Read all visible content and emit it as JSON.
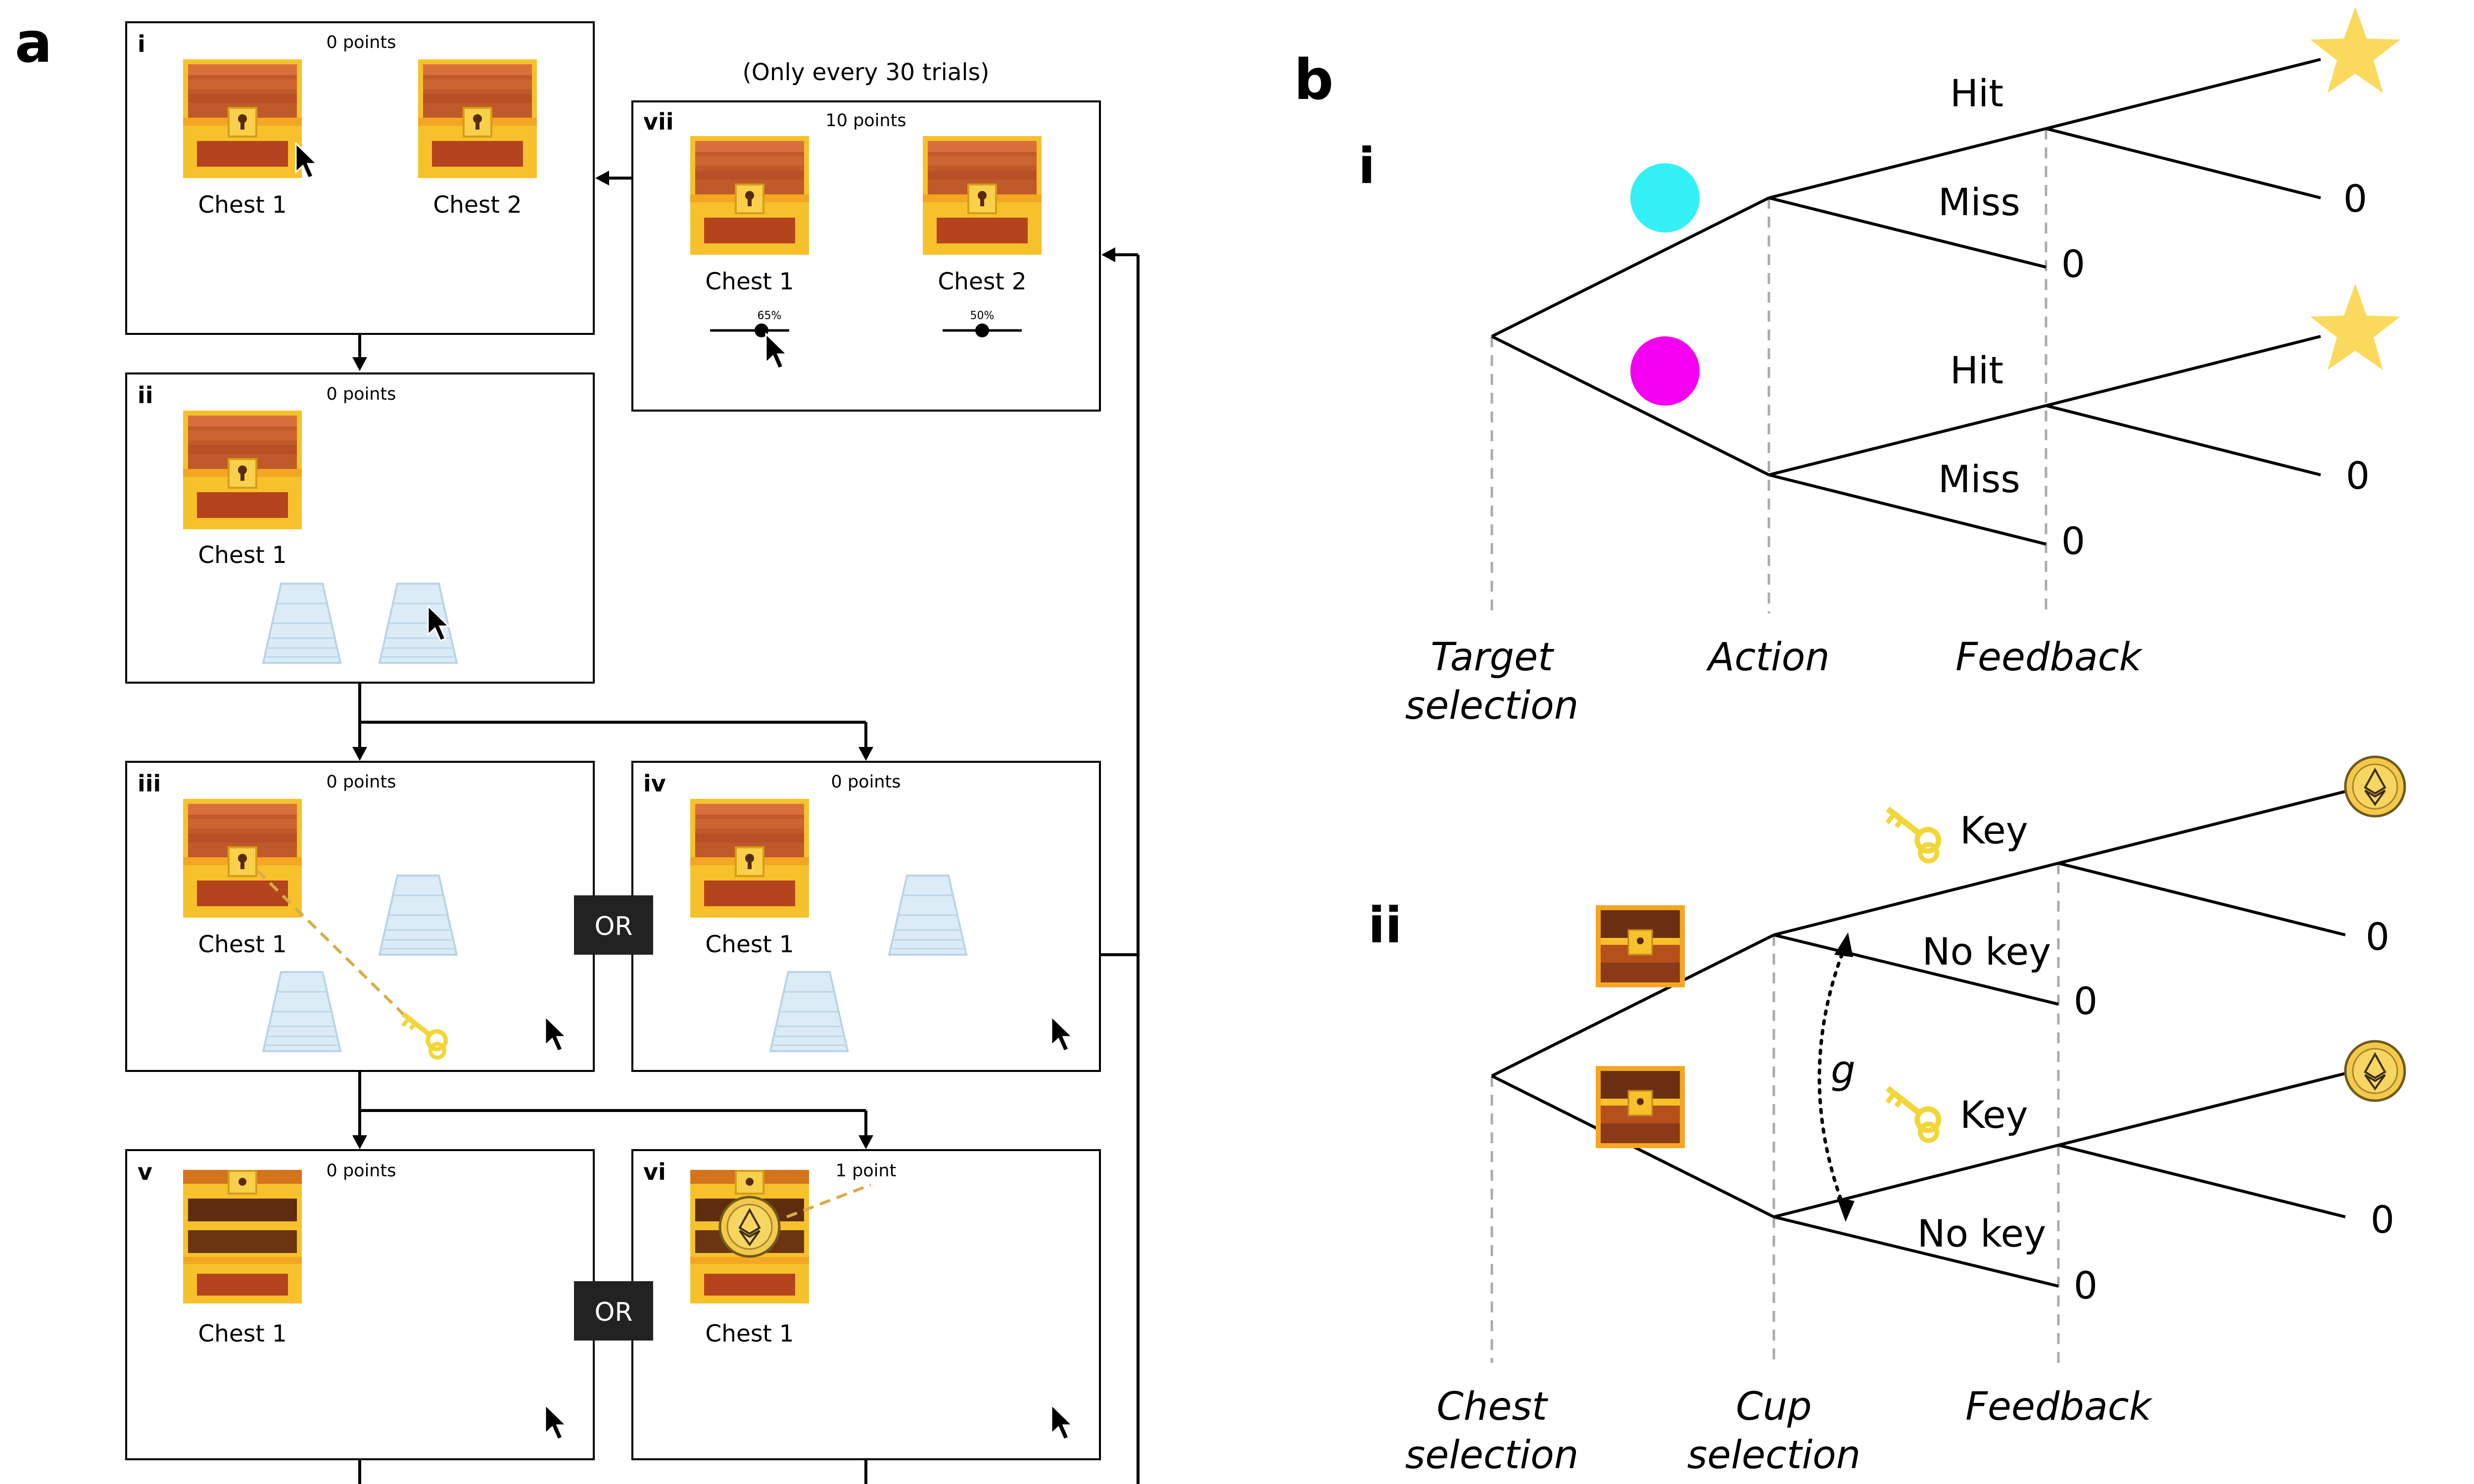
{
  "panel_a": {
    "label": "a",
    "note": "(Only every 30 trials)",
    "or_label": "OR",
    "screens": {
      "i": {
        "numeral": "i",
        "points": "0 points",
        "chest1": "Chest 1",
        "chest2": "Chest 2"
      },
      "ii": {
        "numeral": "ii",
        "points": "0 points",
        "chest1": "Chest 1"
      },
      "iii": {
        "numeral": "iii",
        "points": "0 points",
        "chest1": "Chest 1"
      },
      "iv": {
        "numeral": "iv",
        "points": "0 points",
        "chest1": "Chest 1"
      },
      "v": {
        "numeral": "v",
        "points": "0 points",
        "chest1": "Chest 1"
      },
      "vi": {
        "numeral": "vi",
        "points": "1 point",
        "chest1": "Chest 1"
      },
      "vii": {
        "numeral": "vii",
        "points": "10 points",
        "chest1": "Chest 1",
        "chest2": "Chest 2",
        "slider1_pct": "65%",
        "slider2_pct": "50%",
        "slider1_value": 0.65,
        "slider2_value": 0.5
      }
    }
  },
  "panel_b": {
    "label": "b",
    "i": {
      "numeral": "i",
      "branch_hit": "Hit",
      "branch_miss": "Miss",
      "outcome_zero": "0",
      "axis": {
        "target_line1": "Target",
        "target_line2": "selection",
        "action": "Action",
        "feedback": "Feedback"
      },
      "colors": {
        "target_top": "#33f0f4",
        "target_bottom": "#f400f0",
        "star": "#fbd95c"
      }
    },
    "ii": {
      "numeral": "ii",
      "branch_key": "Key",
      "branch_no_key": "No key",
      "outcome_zero": "0",
      "g_label": "g",
      "axis": {
        "chest_line1": "Chest",
        "chest_line2": "selection",
        "cup_line1": "Cup",
        "cup_line2": "selection",
        "feedback": "Feedback"
      }
    }
  }
}
